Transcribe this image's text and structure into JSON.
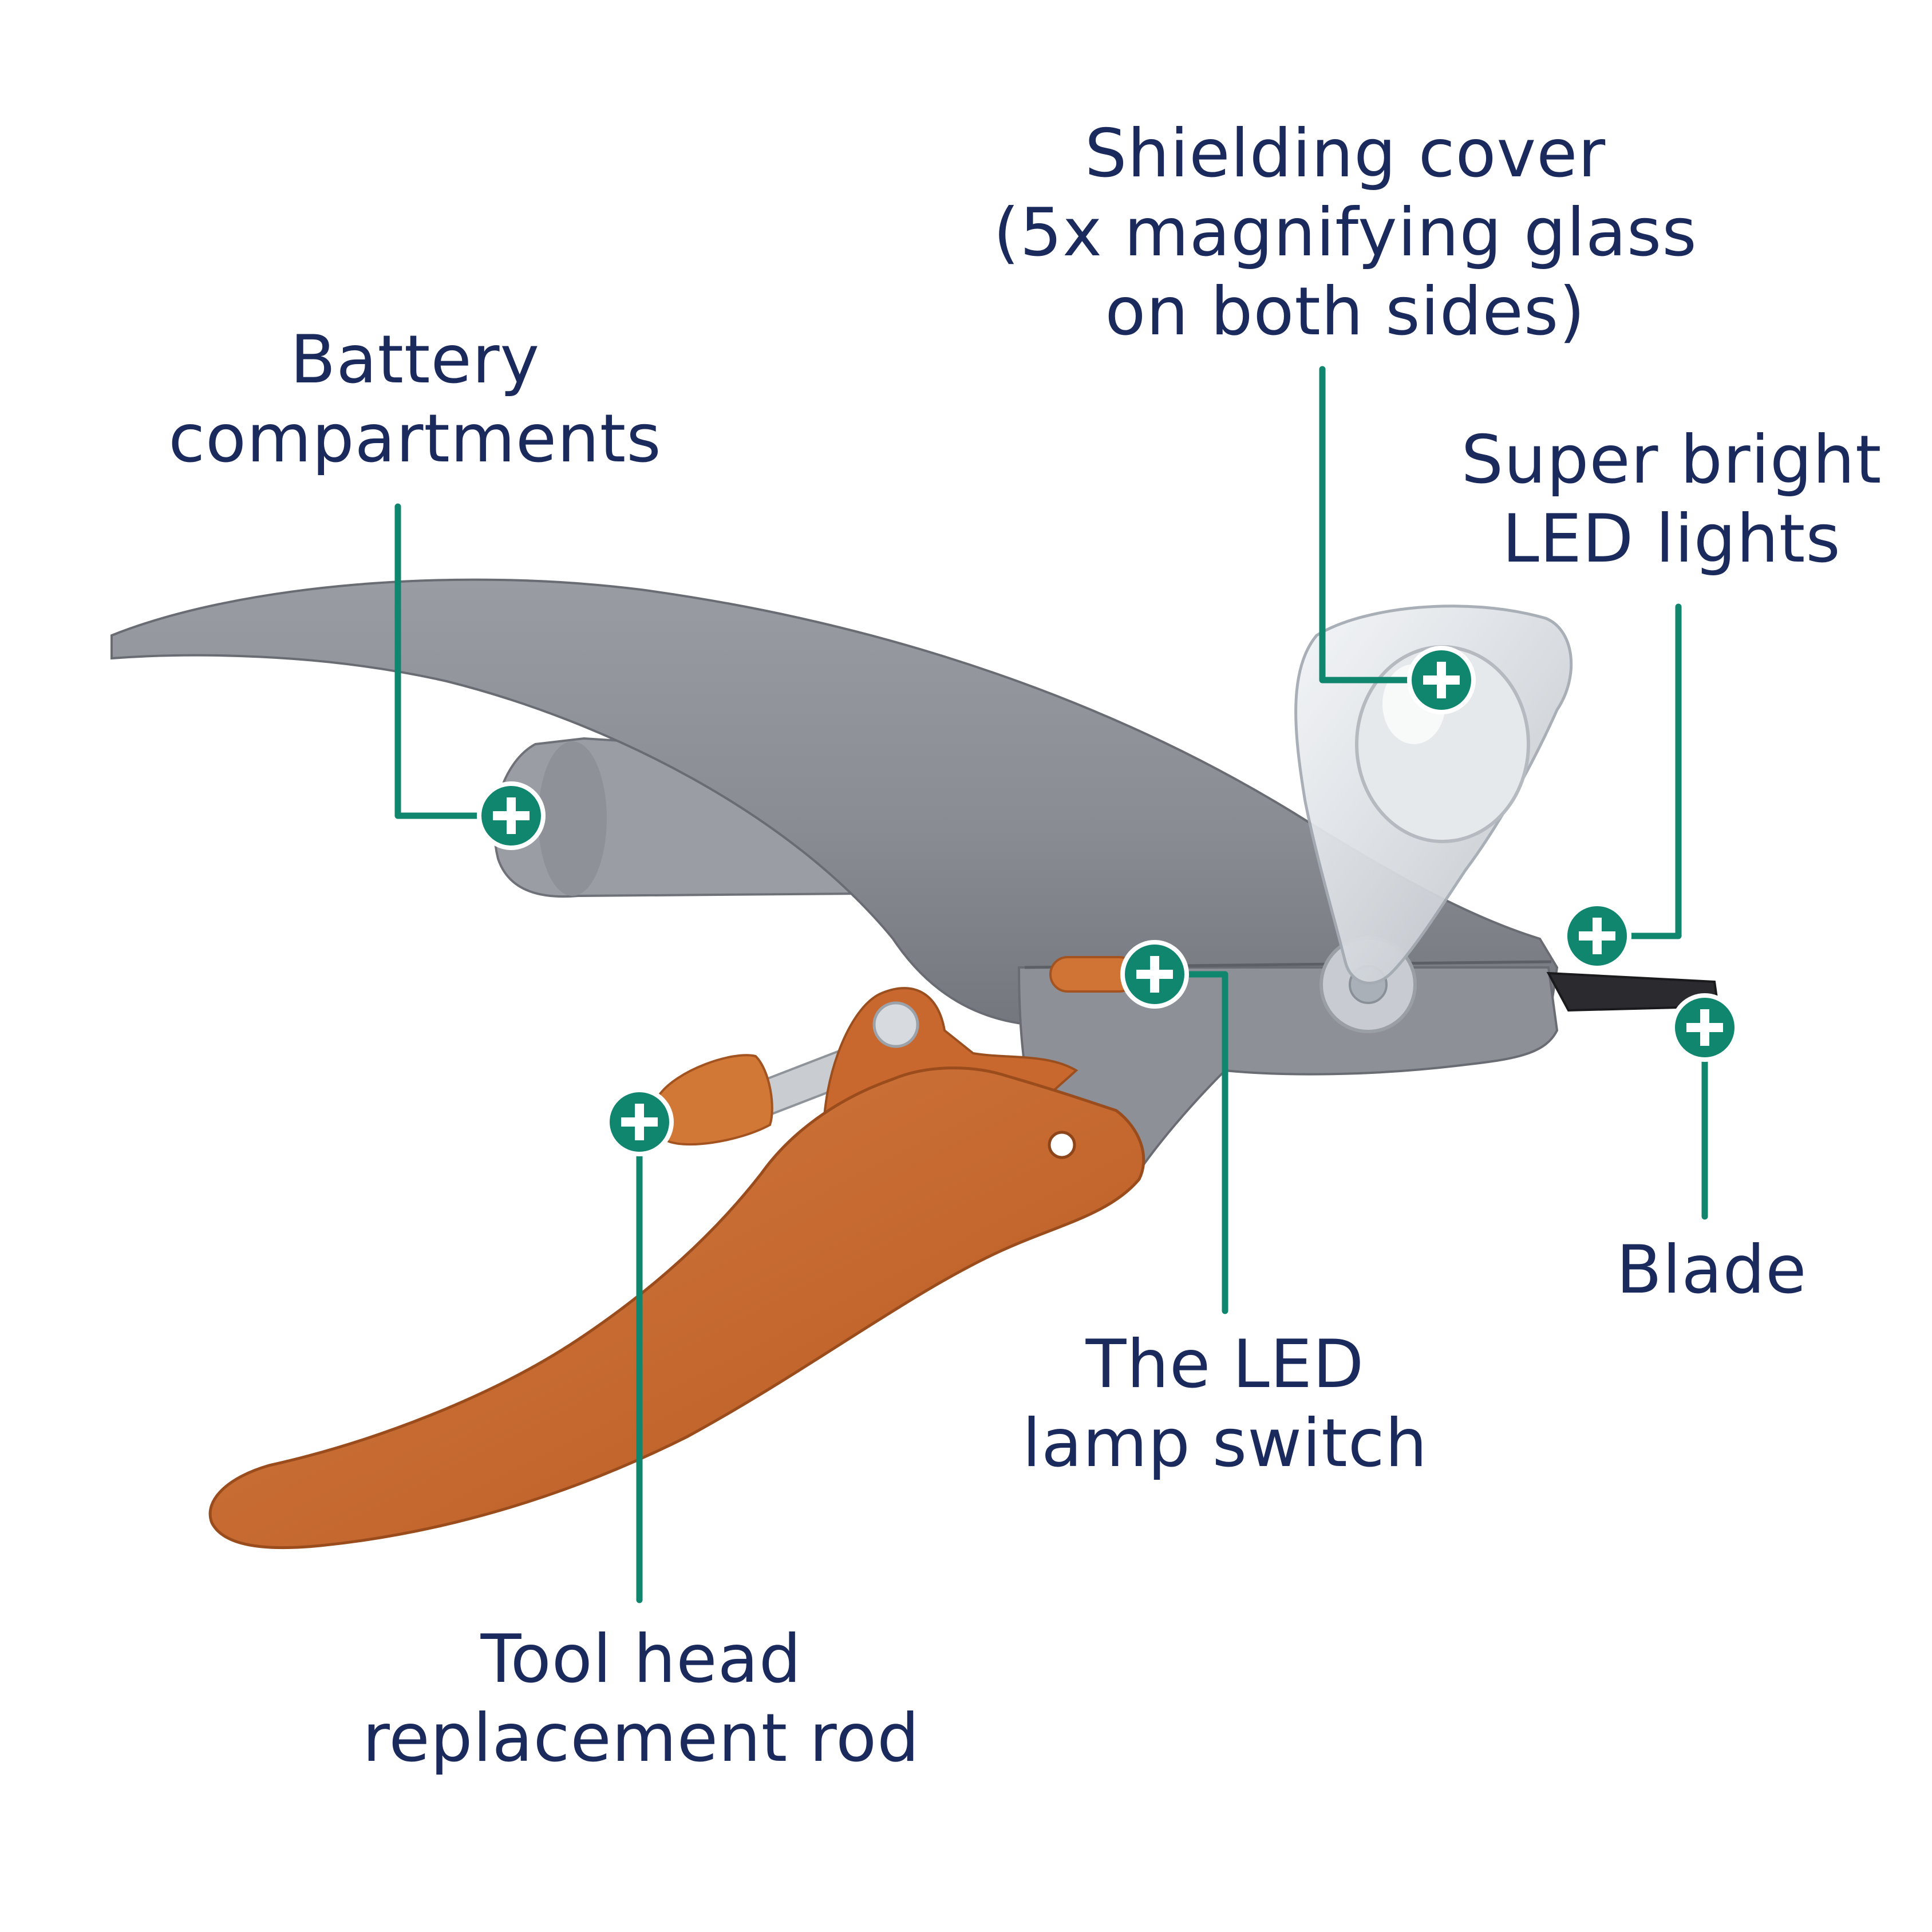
{
  "colors": {
    "label_text": "#1b2a5c",
    "callout_teal": "#11866f",
    "body_gray": "#8c8e96",
    "handle_orange": "#c8692f",
    "background": "#ffffff"
  },
  "icons": {
    "marker": "plus-circle-icon"
  },
  "callouts": {
    "shielding_cover": {
      "lines": [
        "Shielding cover",
        "(5x magnifying glass",
        "on both sides)"
      ]
    },
    "battery": {
      "lines": [
        "Battery",
        "compartments"
      ]
    },
    "led_lights": {
      "lines": [
        "Super bright",
        "LED lights"
      ]
    },
    "blade": {
      "lines": [
        "Blade"
      ]
    },
    "lamp_switch": {
      "lines": [
        "The LED",
        "lamp switch"
      ]
    },
    "replacement_rod": {
      "lines": [
        "Tool head",
        "replacement rod"
      ]
    }
  }
}
